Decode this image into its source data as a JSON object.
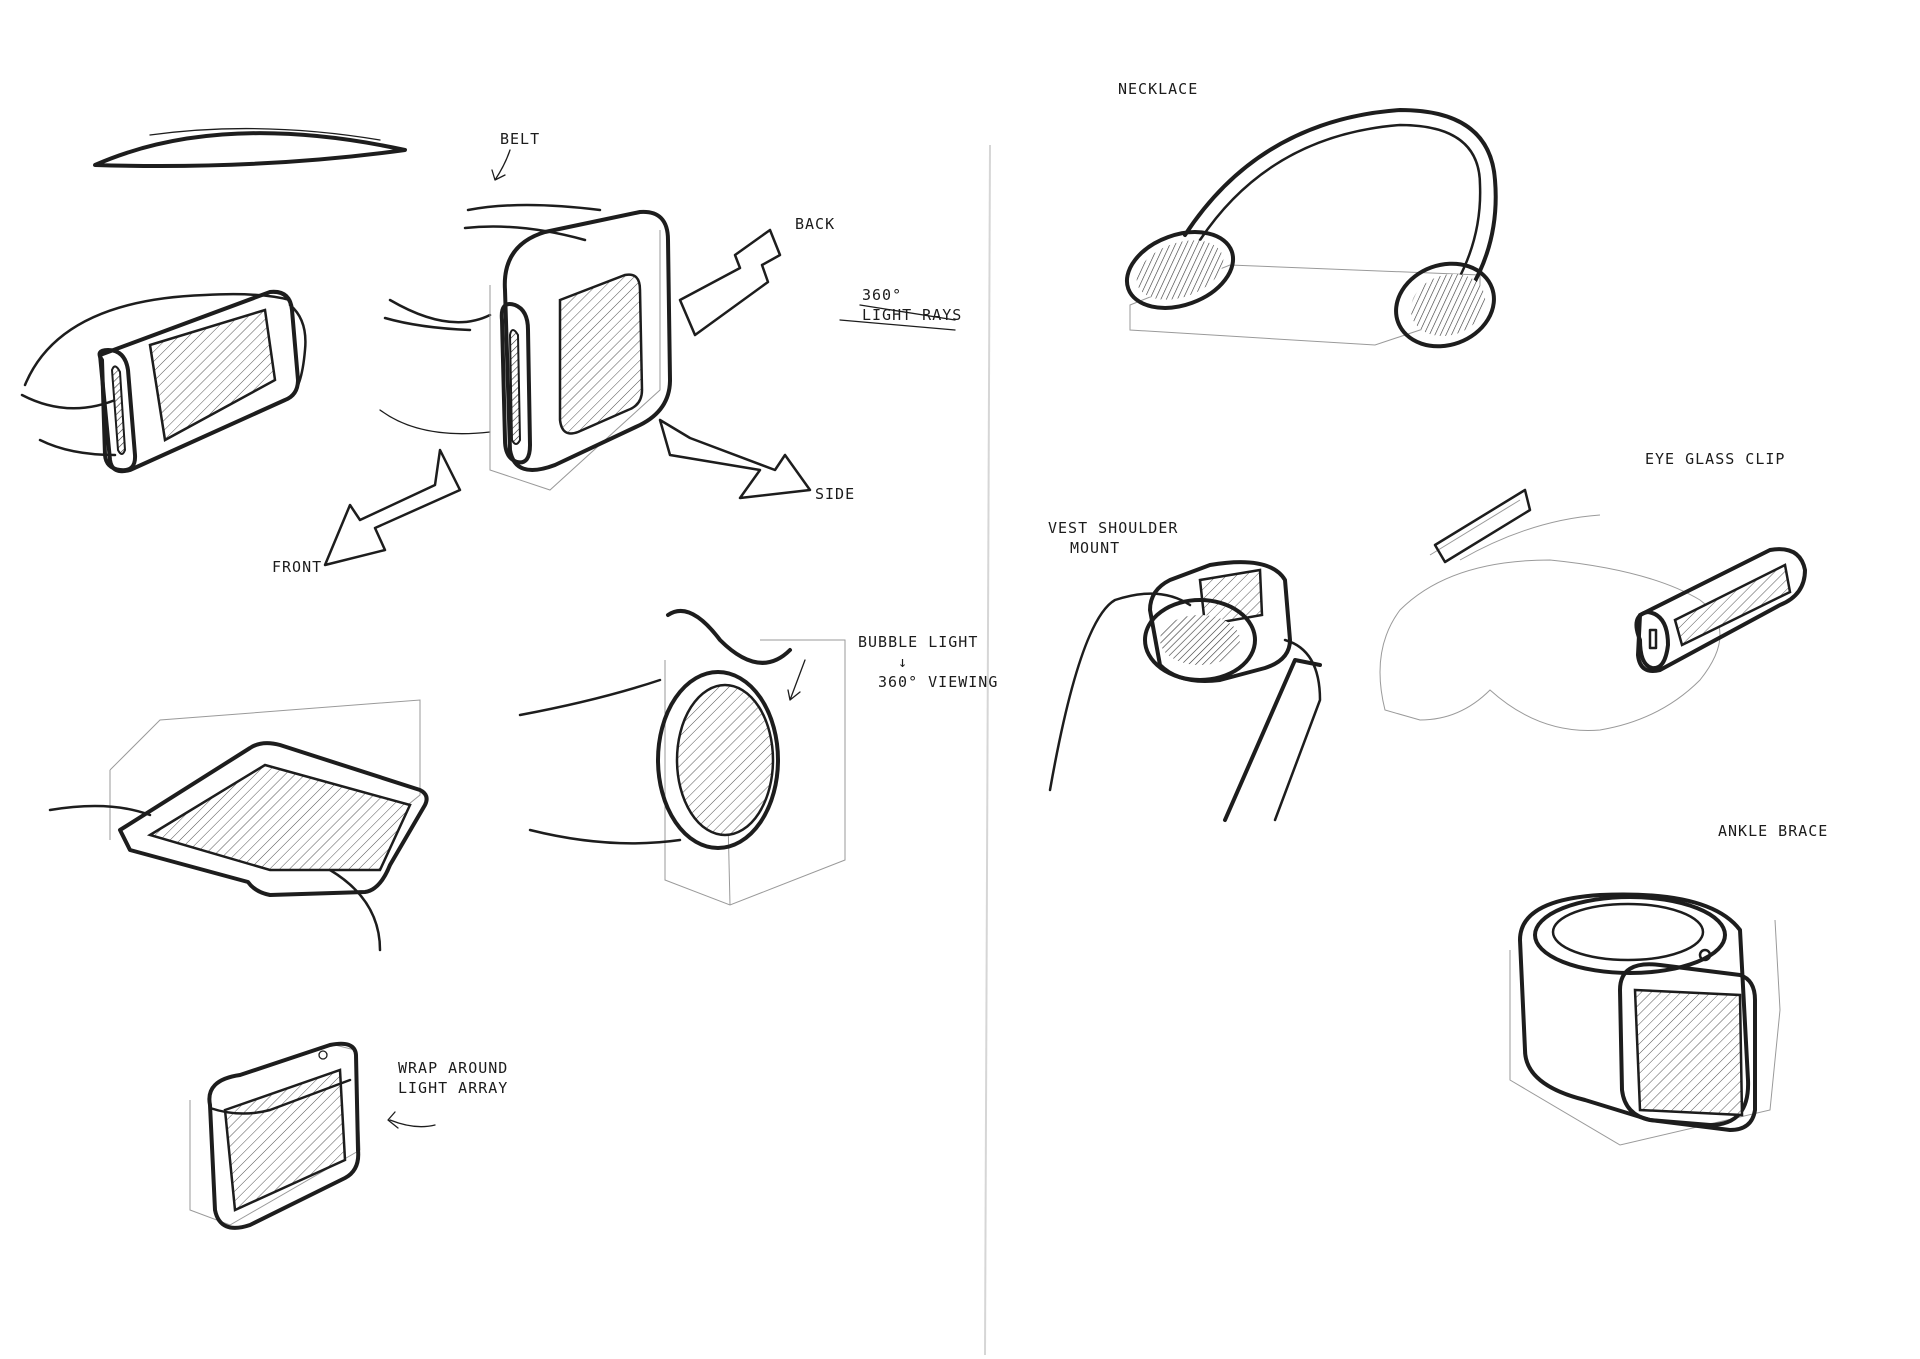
{
  "labels": {
    "belt": "BELT",
    "back": "BACK",
    "light_rays_line1": "360°",
    "light_rays_line2": "LIGHT RAYS",
    "side": "SIDE",
    "front": "FRONT",
    "bubble_line1": "BUBBLE LIGHT",
    "bubble_line2": "↓",
    "bubble_line3": "360° VIEWING",
    "wrap_line1": "WRAP AROUND",
    "wrap_line2": "LIGHT ARRAY",
    "necklace": "NECKLACE",
    "vest_line1": "VEST SHOULDER",
    "vest_line2": "MOUNT",
    "eyeglass": "EYE GLASS CLIP",
    "ankle": "ANKLE BRACE"
  },
  "colors": {
    "ink": "#1d1d1d",
    "guide": "#9a9a9a",
    "paper": "#ffffff"
  }
}
